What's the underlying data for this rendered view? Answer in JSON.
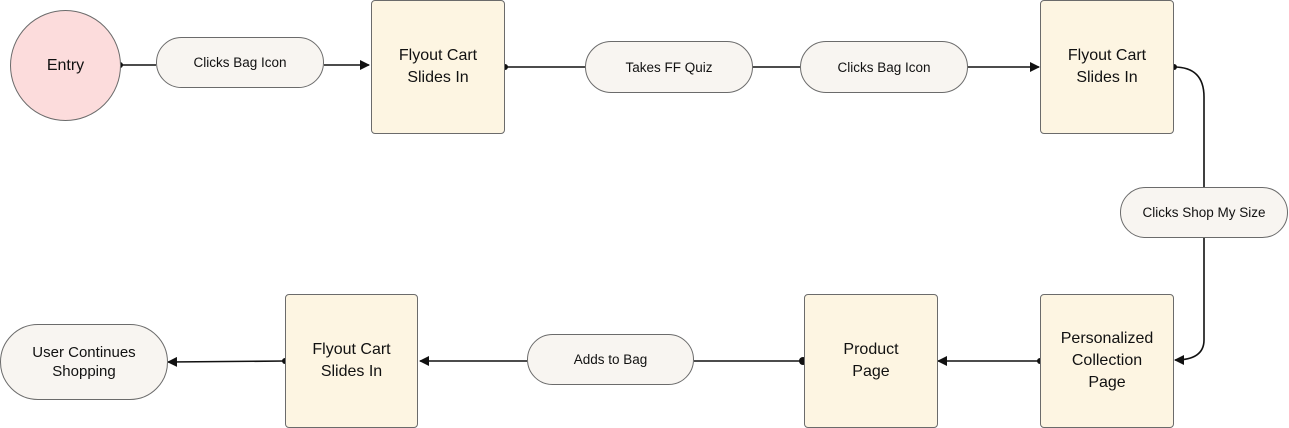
{
  "diagram": {
    "entry": "Entry",
    "steps": {
      "flyout_cart_1": "Flyout Cart\nSlides In",
      "flyout_cart_2": "Flyout Cart\nSlides In",
      "personalized_collection": "Personalized\nCollection\nPage",
      "product_page": "Product\nPage",
      "flyout_cart_3": "Flyout Cart\nSlides In"
    },
    "actions": {
      "clicks_bag_icon_1": "Clicks Bag Icon",
      "takes_ff_quiz": "Takes FF Quiz",
      "clicks_bag_icon_2": "Clicks Bag Icon",
      "clicks_shop_my_size": "Clicks Shop My Size",
      "adds_to_bag": "Adds to Bag"
    },
    "end": "User Continues\nShopping"
  },
  "colors": {
    "entry_fill": "#fcdcdc",
    "step_fill": "#fdf5e2",
    "action_fill": "#f8f5f1",
    "stroke": "#111111"
  }
}
